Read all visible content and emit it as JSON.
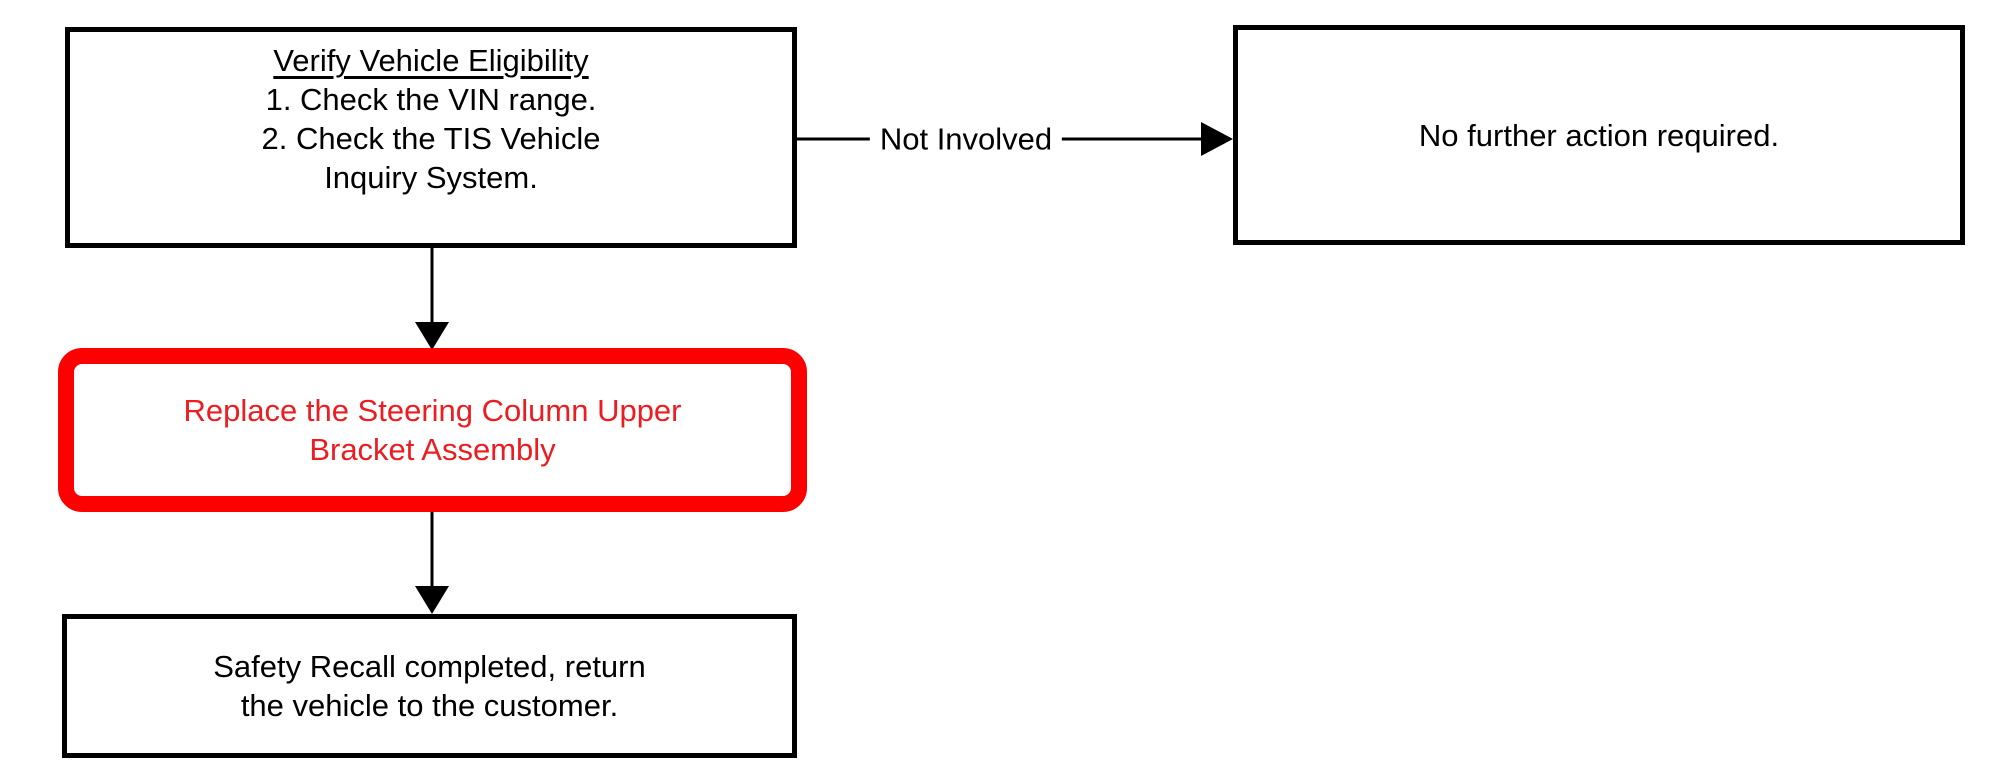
{
  "colors": {
    "background": "#ffffff",
    "box_border": "#000000",
    "box_text": "#000000",
    "red_border": "#fd0100",
    "red_text": "#ec1d21"
  },
  "flowchart": {
    "verify_box": {
      "title": "Verify Vehicle Eligibility",
      "lines": [
        "1. Check the VIN range.",
        "2. Check the TIS Vehicle",
        "Inquiry System."
      ]
    },
    "not_involved_label": "Not Involved",
    "no_action_box": {
      "text": "No further action required."
    },
    "replace_box": {
      "lines": [
        "Replace the Steering Column Upper",
        "Bracket Assembly"
      ]
    },
    "complete_box": {
      "lines": [
        "Safety Recall completed, return",
        "the vehicle to the customer."
      ]
    }
  }
}
